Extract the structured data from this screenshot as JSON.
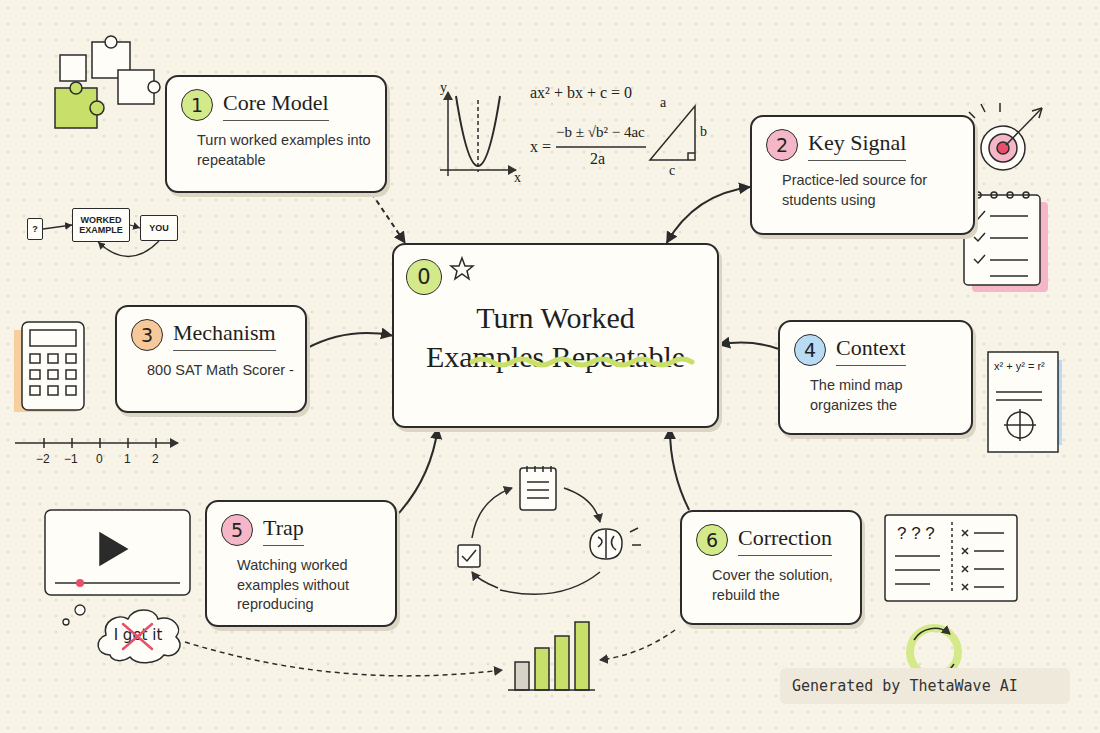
{
  "diagram": {
    "nodes": [
      {
        "text": [
          "0",
          "Turn Worked Examples Repeatable"
        ]
      },
      {
        "text": [
          "1",
          "Core Model",
          "Turn worked examples into repeatable"
        ]
      },
      {
        "text": [
          "2",
          "Key Signal",
          "Practice-led source for students using"
        ]
      },
      {
        "text": [
          "3",
          "Mechanism",
          "800 SAT Math Scorer -"
        ]
      },
      {
        "text": [
          "4",
          "Context",
          "The mind map organizes the"
        ]
      },
      {
        "text": [
          "5",
          "Trap",
          "Watching worked examples without reproducing"
        ]
      },
      {
        "text": [
          "6",
          "Correction",
          "Cover the solution, rebuild the"
        ]
      },
      {
        "text": [
          "?"
        ]
      },
      {
        "text": [
          "WORKED EXAMPLE"
        ]
      },
      {
        "text": [
          "YOU"
        ]
      },
      {
        "text": [
          "I get it"
        ]
      }
    ],
    "edges": [
      {
        "from": 1,
        "to": 0,
        "arrow": "to"
      },
      {
        "from": 0,
        "to": 2,
        "arrow": "both"
      },
      {
        "from": 3,
        "to": 0,
        "arrow": "to"
      },
      {
        "from": 4,
        "to": 0,
        "arrow": "to"
      },
      {
        "from": 5,
        "to": 0,
        "arrow": "to"
      },
      {
        "from": 6,
        "to": 0,
        "arrow": "to"
      },
      {
        "from": 7,
        "to": 8,
        "arrow": "to"
      },
      {
        "from": 8,
        "to": 9,
        "arrow": "to"
      },
      {
        "from": 9,
        "to": 8,
        "arrow": "to"
      }
    ],
    "labels": [
      "y",
      "x",
      "ax² + bx + c = 0",
      "x =",
      "−b ± √b² − 4ac",
      "2a",
      "a",
      "b",
      "c",
      "−2",
      "−1",
      "0",
      "1",
      "2",
      "x² + y² = r²",
      "? ? ?",
      "Generated by ThetaWave AI"
    ]
  }
}
